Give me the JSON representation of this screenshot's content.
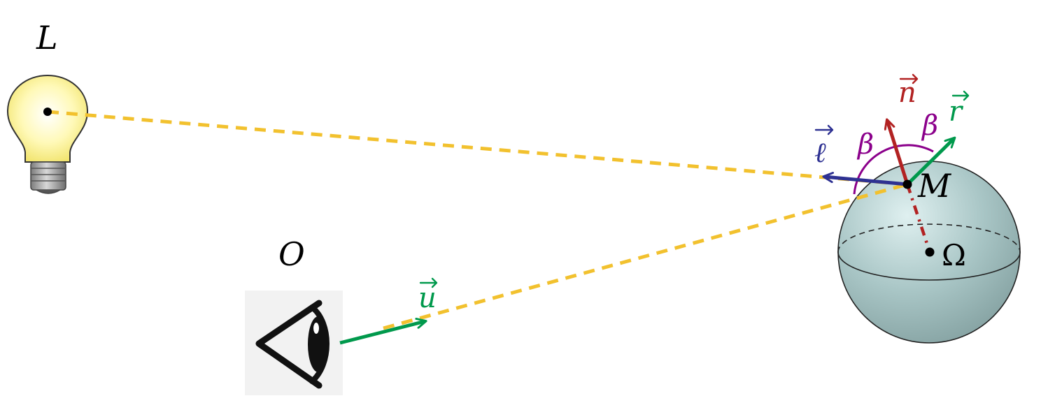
{
  "labels": {
    "light": "L",
    "observer": "O",
    "point": "M",
    "center": "Ω",
    "normal": "n",
    "reflected": "r",
    "light_dir": "ℓ",
    "view": "u",
    "angle_left": "β",
    "angle_right": "β"
  },
  "colors": {
    "ray": "#f2c12e",
    "light_vector": "#2e3192",
    "normal_vector": "#b22222",
    "reflected_vector": "#00994c",
    "view_vector": "#00994c",
    "angle_arc": "#8b008b",
    "sphere_light": "#cfe6e6",
    "sphere_dark": "#8aa8a8",
    "bulb_glow": "#fff7a8"
  },
  "icons": {
    "light": "light-bulb-icon",
    "observer": "eye-icon"
  }
}
